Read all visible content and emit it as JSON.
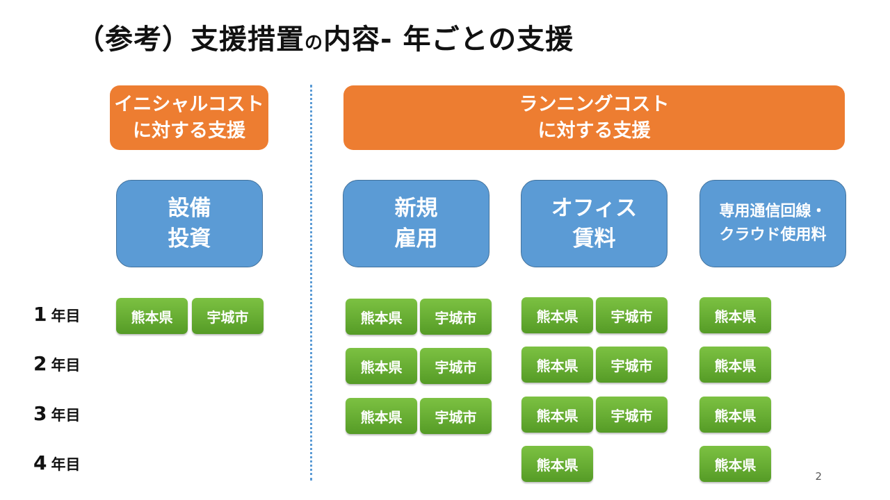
{
  "title": {
    "main": "（参考）支援措置",
    "particle": "の",
    "rest": "内容- 年ごとの支援"
  },
  "categories": {
    "initial": {
      "line1": "イニシャルコスト",
      "line2": "に対する支援"
    },
    "running": {
      "line1": "ランニングコスト",
      "line2": "に対する支援"
    }
  },
  "measures": {
    "equipment": {
      "line1": "設備",
      "line2": "投資"
    },
    "employment": {
      "line1": "新規",
      "line2": "雇用"
    },
    "office": {
      "line1": "オフィス",
      "line2": "賃料"
    },
    "network": {
      "line1": "専用通信回線・",
      "line2": "クラウド使用料"
    }
  },
  "years": [
    {
      "num": "1",
      "unit": "年目"
    },
    {
      "num": "2",
      "unit": "年目"
    },
    {
      "num": "3",
      "unit": "年目"
    },
    {
      "num": "4",
      "unit": "年目"
    }
  ],
  "labels": {
    "prefecture": "熊本県",
    "city": "宇城市"
  },
  "page_number": "2",
  "colors": {
    "category": "#ed7d31",
    "measure": "#5b9bd5",
    "badge": "#70ad47",
    "divider": "#5b9bd5"
  }
}
